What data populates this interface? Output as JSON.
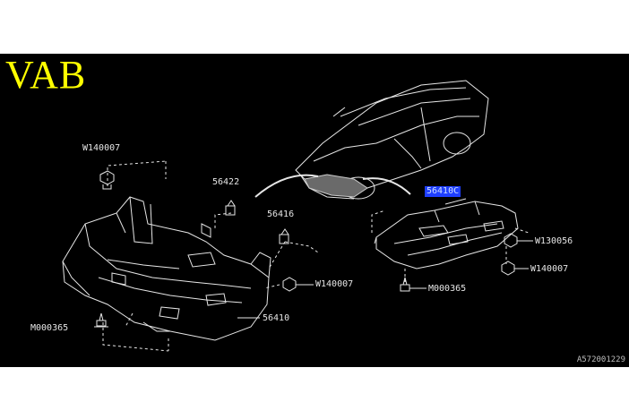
{
  "model": "VAB",
  "callouts": {
    "w140007_top": "W140007",
    "p56422": "56422",
    "p56416": "56416",
    "w140007_mid": "W140007",
    "p56410": "56410",
    "m000365_left": "M000365",
    "p56410c": "56410C",
    "w130056": "W130056",
    "w140007_right": "W140007",
    "m000365_right": "M000365"
  },
  "reference_code": "A572001229",
  "colors": {
    "background": "#000000",
    "line": "#e6e6e6",
    "model_label": "#ffff00",
    "highlight": "#1f3fff"
  }
}
